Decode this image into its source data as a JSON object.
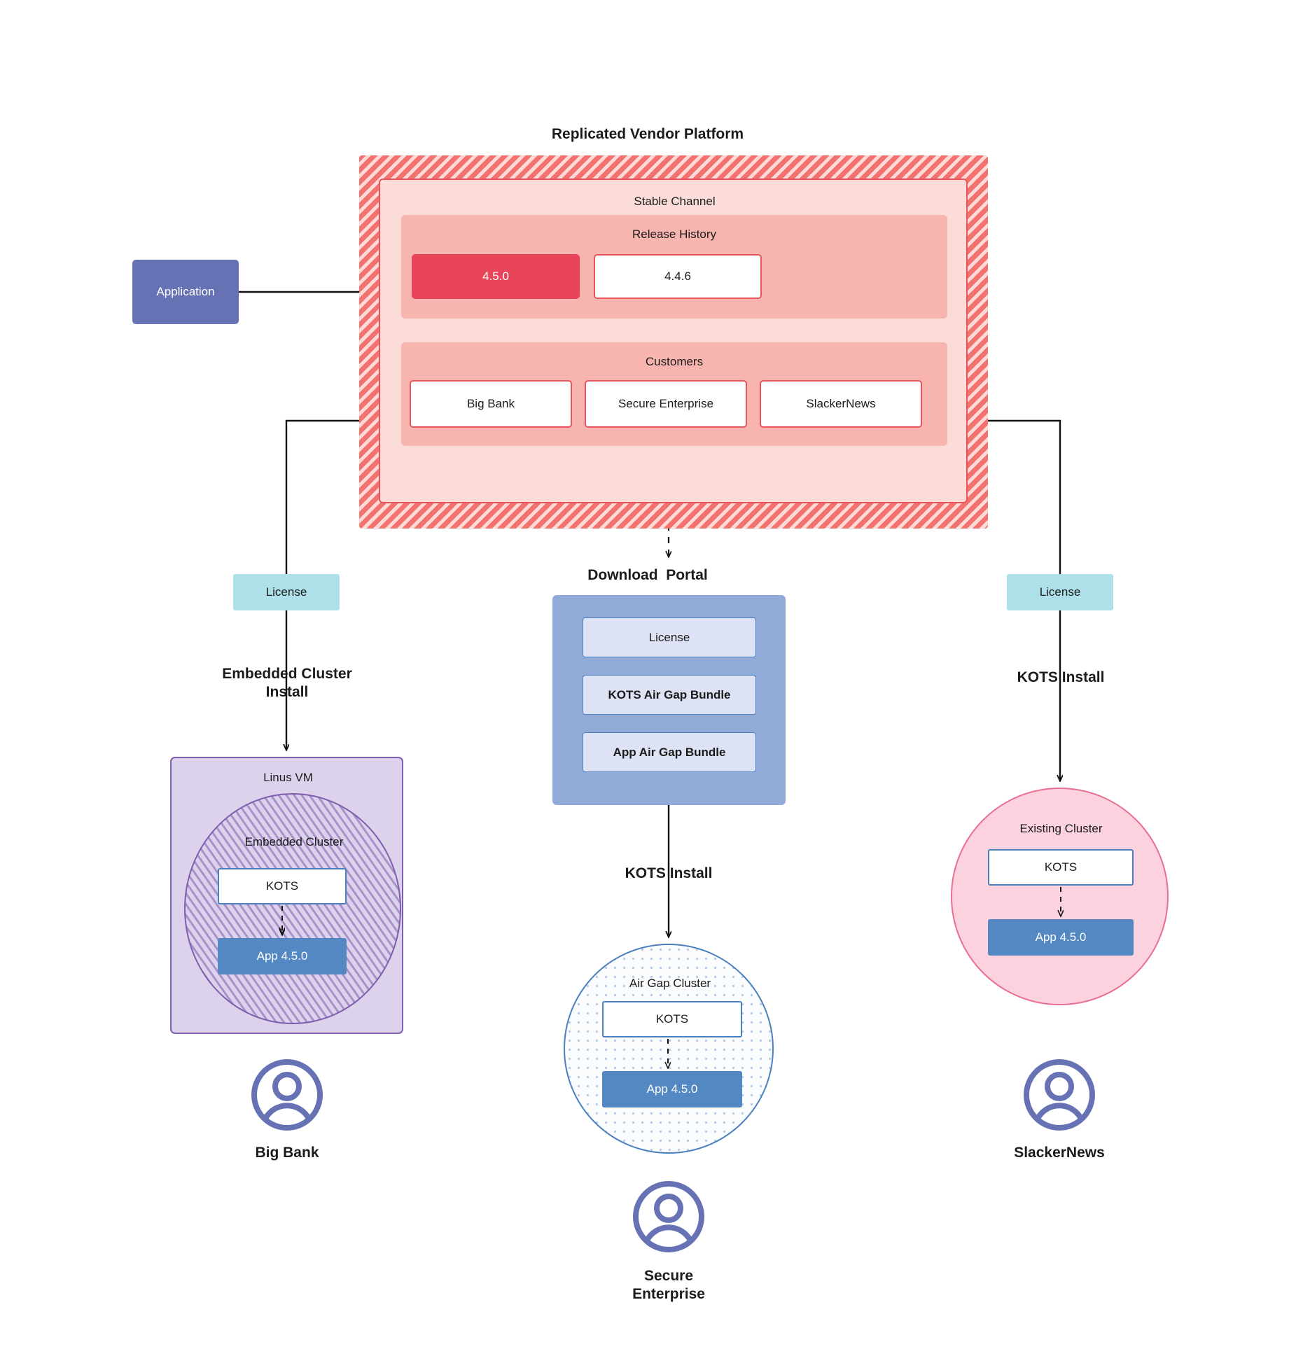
{
  "diagram": {
    "title": "Replicated Vendor Platform"
  },
  "application": {
    "label": "Application"
  },
  "platform": {
    "stable_channel_title": "Stable Channel",
    "release_history": {
      "title": "Release History",
      "releases": [
        {
          "version": "4.5.0",
          "state": "current"
        },
        {
          "version": "4.4.6",
          "state": "previous"
        }
      ]
    },
    "customers": {
      "title": "Customers",
      "items": [
        {
          "name": "Big Bank"
        },
        {
          "name": "Secure\nEnterprise"
        },
        {
          "name": "SlackerNews"
        }
      ]
    }
  },
  "left_path": {
    "license_label": "License",
    "install_label": "Embedded Cluster\nInstall",
    "vm_title": "Linus VM",
    "cluster_title": "Embedded Cluster",
    "kots_label": "KOTS",
    "app_label": "App 4.5.0",
    "customer_label": "Big Bank",
    "avatar_icon": "user-avatar-icon"
  },
  "middle_path": {
    "portal_title": "Download  Portal",
    "portal_items": [
      {
        "label": "License"
      },
      {
        "label": "KOTS Air Gap Bundle"
      },
      {
        "label": "App Air Gap Bundle"
      }
    ],
    "install_label": "KOTS Install",
    "cluster_title": "Air Gap Cluster",
    "kots_label": "KOTS",
    "app_label": "App 4.5.0",
    "customer_label": "Secure\nEnterprise",
    "avatar_icon": "user-avatar-icon"
  },
  "right_path": {
    "license_label": "License",
    "install_label": "KOTS Install",
    "cluster_title": "Existing Cluster",
    "kots_label": "KOTS",
    "app_label": "App 4.5.0",
    "customer_label": "SlackerNews",
    "avatar_icon": "user-avatar-icon"
  },
  "colors": {
    "platform_hatch": "#f2726f",
    "channel_fill": "#fbdcd8",
    "band_fill": "#f8b4ae",
    "release_current": "#e8455a",
    "border_red": "#e8565b",
    "application": "#6772b5",
    "license": "#ade0e8",
    "portal": "#91aad8",
    "portal_item": "#dde3f4",
    "kots_border": "#4b80bf",
    "app_fill": "#5488c2",
    "vm_fill": "#ddd2ec",
    "vm_border": "#7e5ead",
    "existing_cluster": "#fbd2dd",
    "existing_border": "#ea6e92",
    "avatar": "#6772b5"
  }
}
